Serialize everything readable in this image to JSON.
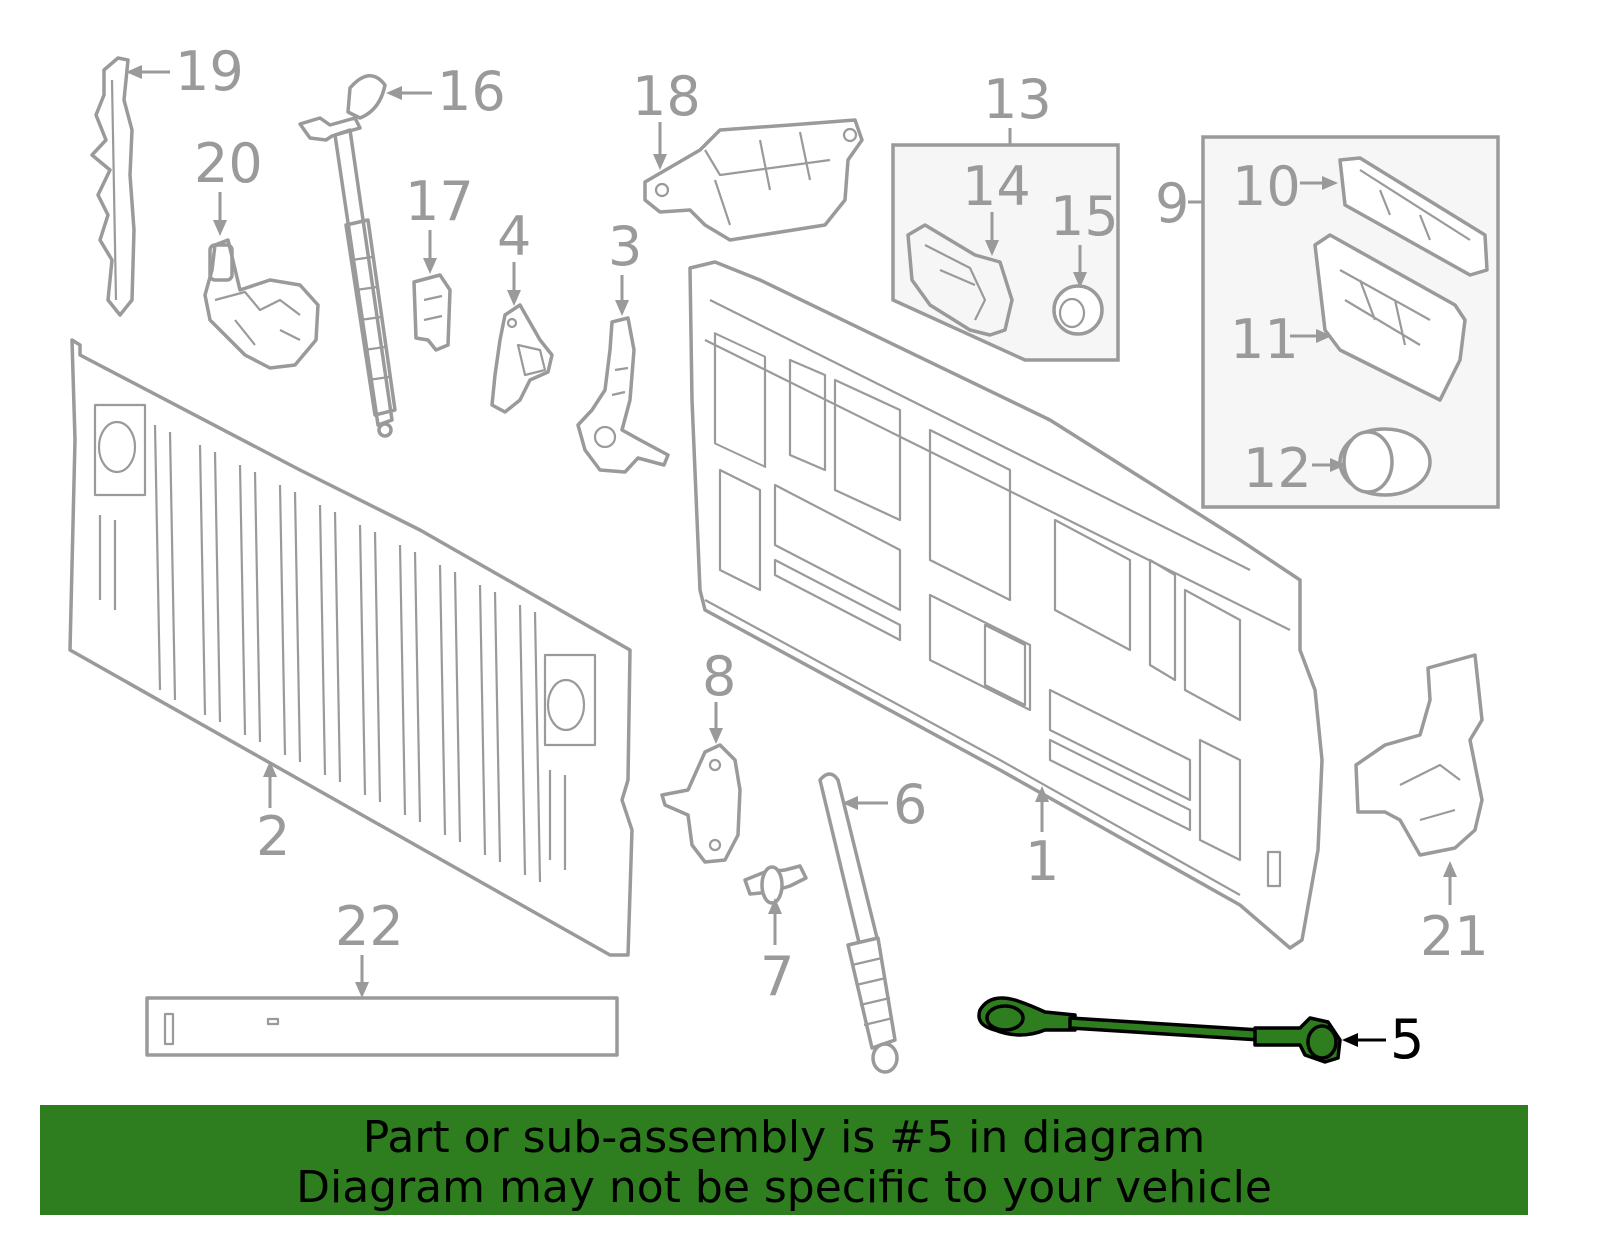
{
  "callouts": {
    "c1": "1",
    "c2": "2",
    "c3": "3",
    "c4": "4",
    "c5": "5",
    "c6": "6",
    "c7": "7",
    "c8": "8",
    "c9": "9",
    "c10": "10",
    "c11": "11",
    "c12": "12",
    "c13": "13",
    "c14": "14",
    "c15": "15",
    "c16": "16",
    "c17": "17",
    "c18": "18",
    "c19": "19",
    "c20": "20",
    "c21": "21",
    "c22": "22"
  },
  "highlight_part": "5",
  "colors": {
    "line": "#9a9a9a",
    "highlight": "#2e7d1e",
    "banner_bg": "#2e7d1e",
    "banner_text": "#000000"
  },
  "banner": {
    "line1": "Part or sub-assembly is #5 in diagram",
    "line2": "Diagram may not be specific to your vehicle"
  }
}
